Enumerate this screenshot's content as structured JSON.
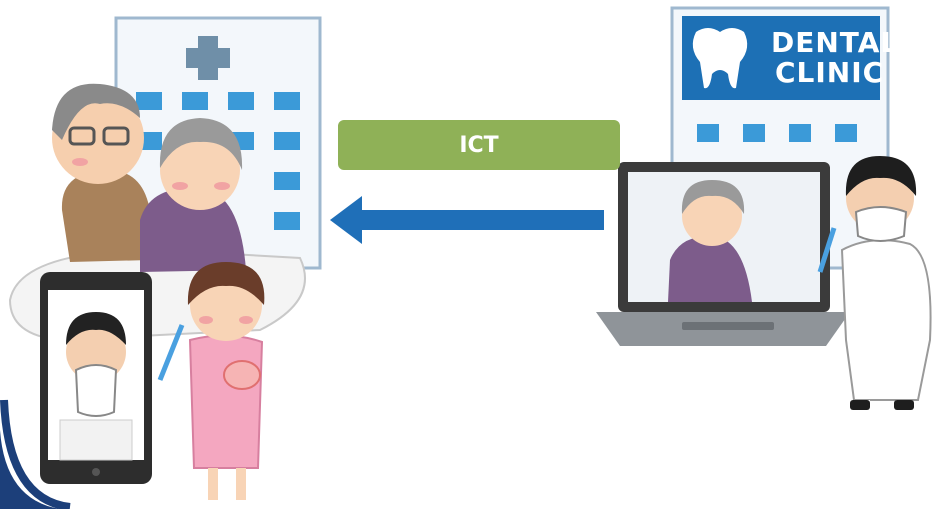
{
  "labels": {
    "ict": "ICT",
    "clinic_sign_line1": "DENTAL",
    "clinic_sign_line2": "CLINIC"
  },
  "colors": {
    "ict_box": "#8fb157",
    "arrow": "#1f6fb8",
    "clinic_sign": "#1d70b5",
    "building_window": "#3b9ad8",
    "frame_arc": "#1c3f7a"
  },
  "icons": [
    "hospital-building-icon",
    "elderly-couple-icon",
    "smartphone-video-call-icon",
    "dental-hygienist-icon",
    "dental-clinic-building-icon",
    "tooth-icon",
    "laptop-video-call-icon",
    "dentist-icon"
  ]
}
